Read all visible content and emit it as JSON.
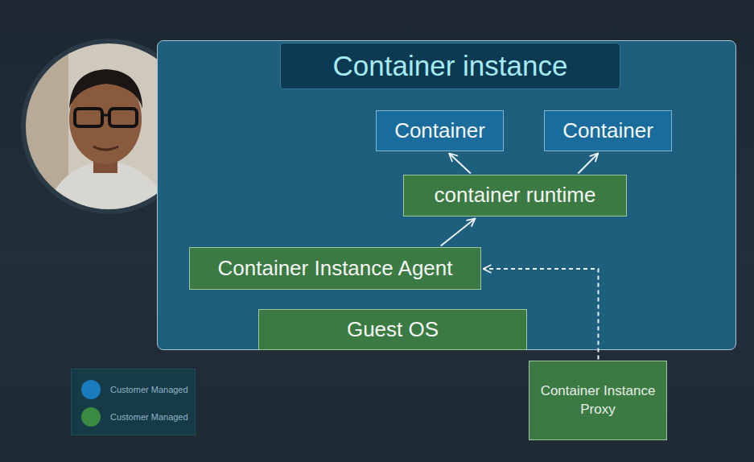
{
  "diagram": {
    "nodes": [
      {
        "text": [
          "Container instance"
        ]
      },
      {
        "text": [
          "Container"
        ],
        "in": 0
      },
      {
        "text": [
          "Container"
        ],
        "in": 0
      },
      {
        "text": [
          "container runtime"
        ],
        "in": 0
      },
      {
        "text": [
          "Container Instance Agent"
        ],
        "in": 0
      },
      {
        "text": [
          "Guest OS"
        ],
        "in": 0
      },
      {
        "text": [
          "Container Instance Proxy"
        ]
      }
    ],
    "edges": [
      {
        "from": 3,
        "to": 1,
        "arrow": "to"
      },
      {
        "from": 3,
        "to": 2,
        "arrow": "to"
      },
      {
        "from": 4,
        "to": 3,
        "arrow": "to"
      },
      {
        "from": 6,
        "to": 4,
        "arrow": "to"
      }
    ],
    "legend": [
      {
        "text": "Customer Managed",
        "color": "#1a7bbf"
      },
      {
        "text": "Customer Managed",
        "color": "#3a8a44"
      }
    ]
  }
}
